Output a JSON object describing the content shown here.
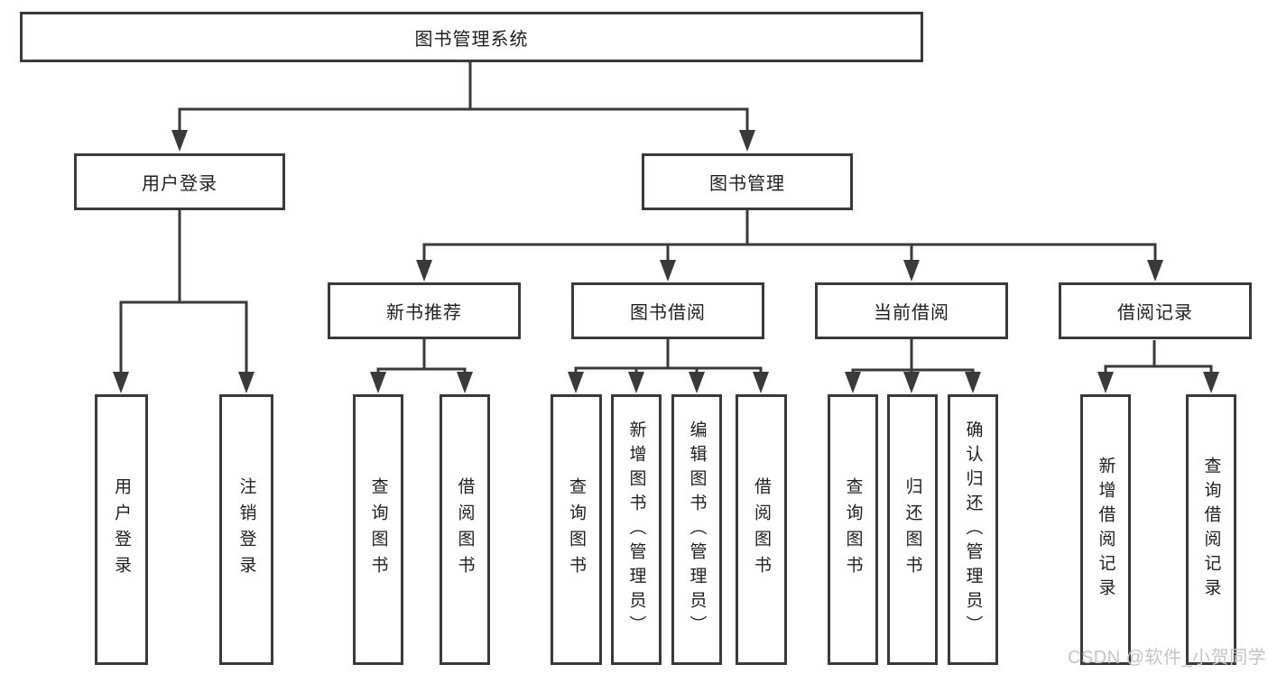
{
  "diagram": {
    "root": {
      "label": "图书管理系统"
    },
    "level2": [
      {
        "label": "用户登录"
      },
      {
        "label": "图书管理"
      }
    ],
    "level3": [
      {
        "label": "新书推荐"
      },
      {
        "label": "图书借阅"
      },
      {
        "label": "当前借阅"
      },
      {
        "label": "借阅记录"
      }
    ],
    "leaves": {
      "user_login": [
        {
          "label": "用户登录"
        },
        {
          "label": "注销登录"
        }
      ],
      "new_book_recommend": [
        {
          "label": "查询图书"
        },
        {
          "label": "借阅图书"
        }
      ],
      "book_borrow": [
        {
          "label": "查询图书"
        },
        {
          "label": "新增图书（管理员）"
        },
        {
          "label": "编辑图书（管理员）"
        },
        {
          "label": "借阅图书"
        }
      ],
      "current_borrow": [
        {
          "label": "查询图书"
        },
        {
          "label": "归还图书"
        },
        {
          "label": "确认归还（管理员）"
        }
      ],
      "borrow_records": [
        {
          "label": "新增借阅记录"
        },
        {
          "label": "查询借阅记录"
        }
      ]
    }
  },
  "watermark": {
    "text": "CSDN @软件_小贺同学"
  },
  "colors": {
    "line": "#3a3a3a",
    "box_border": "#3a3a3a",
    "text": "#1f1f1f",
    "background": "#ffffff",
    "watermark": "#c5c5c5"
  }
}
